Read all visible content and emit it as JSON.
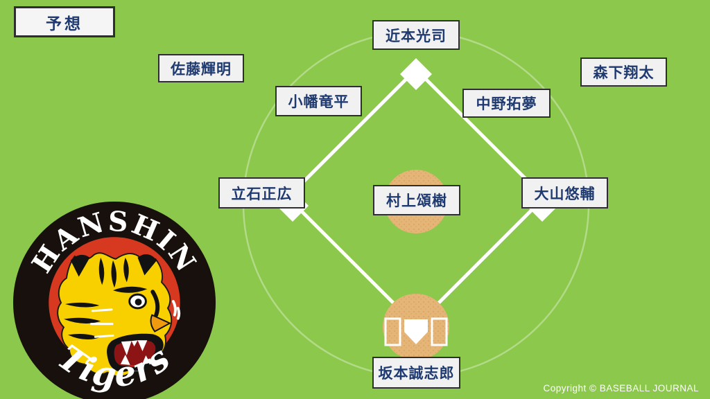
{
  "badge": {
    "label": "予想"
  },
  "players": [
    {
      "position": "center-field",
      "name": "近本光司"
    },
    {
      "position": "left-field",
      "name": "佐藤輝明"
    },
    {
      "position": "right-field",
      "name": "森下翔太"
    },
    {
      "position": "shortstop",
      "name": "小幡竜平"
    },
    {
      "position": "second-base",
      "name": "中野拓夢"
    },
    {
      "position": "third-base",
      "name": "立石正広"
    },
    {
      "position": "pitcher",
      "name": "村上頌樹"
    },
    {
      "position": "first-base",
      "name": "大山悠輔"
    },
    {
      "position": "catcher",
      "name": "坂本誠志郎"
    }
  ],
  "team": {
    "name_top": "HANSHIN",
    "name_bottom": "Tigers"
  },
  "footer": {
    "copyright": "Copyright © BASEBALL JOURNAL"
  },
  "colors": {
    "field_green": "#8CC84C",
    "line_white": "#FFFFFF",
    "dirt_tan": "#E4B577",
    "label_bg": "#F1F1F1",
    "label_border": "#2E2E2E",
    "label_text_navy": "#1F3A70",
    "logo_ring_black": "#17100C",
    "logo_red": "#D6391F",
    "tiger_yellow": "#F8D000"
  }
}
